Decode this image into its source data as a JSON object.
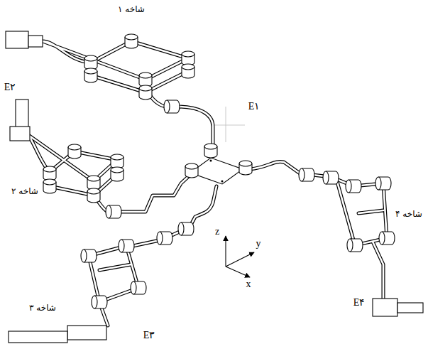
{
  "diagram": {
    "labels": [
      "شاخه ۱",
      "E۱",
      "E۲",
      "شاخه ۲",
      "شاخه ۳",
      "E۳",
      "شاخه ۴",
      "E۴",
      "z",
      "y",
      "x"
    ]
  }
}
